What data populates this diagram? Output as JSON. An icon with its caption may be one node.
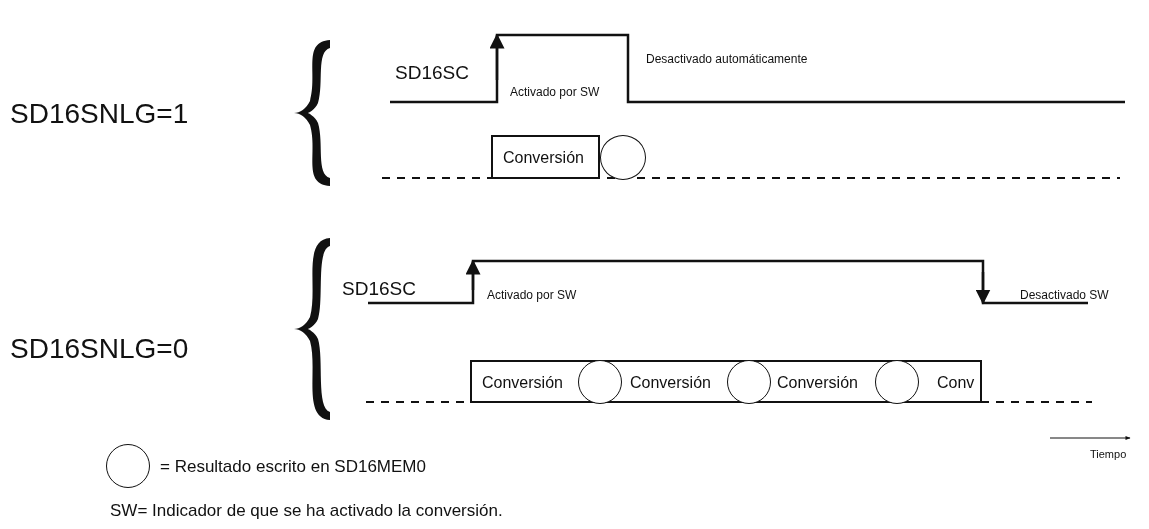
{
  "diagram": {
    "nodes": [
      {
        "text": [
          "Conversión"
        ]
      },
      {
        "text": [],
        "shape": "circle"
      },
      {
        "text": [
          "Conversión",
          "Conversión",
          "Conversión",
          "Conv"
        ]
      },
      {
        "text": [],
        "shape": "circle",
        "in": 2
      },
      {
        "text": [],
        "shape": "circle",
        "in": 2
      },
      {
        "text": [],
        "shape": "circle",
        "in": 2
      }
    ],
    "edges": [],
    "labels": [
      "SD16SNLG=1",
      "SD16SC",
      "Activado por SW",
      "Desactivado automáticamente",
      "SD16SNLG=0",
      "SD16SC",
      "Activado por SW",
      "Desactivado SW",
      "Tiempo",
      "SW= Indicador de que se ha activado la conversión."
    ],
    "legend": [
      {
        "text": "= Resultado escrito en SD16MEM0"
      }
    ]
  }
}
